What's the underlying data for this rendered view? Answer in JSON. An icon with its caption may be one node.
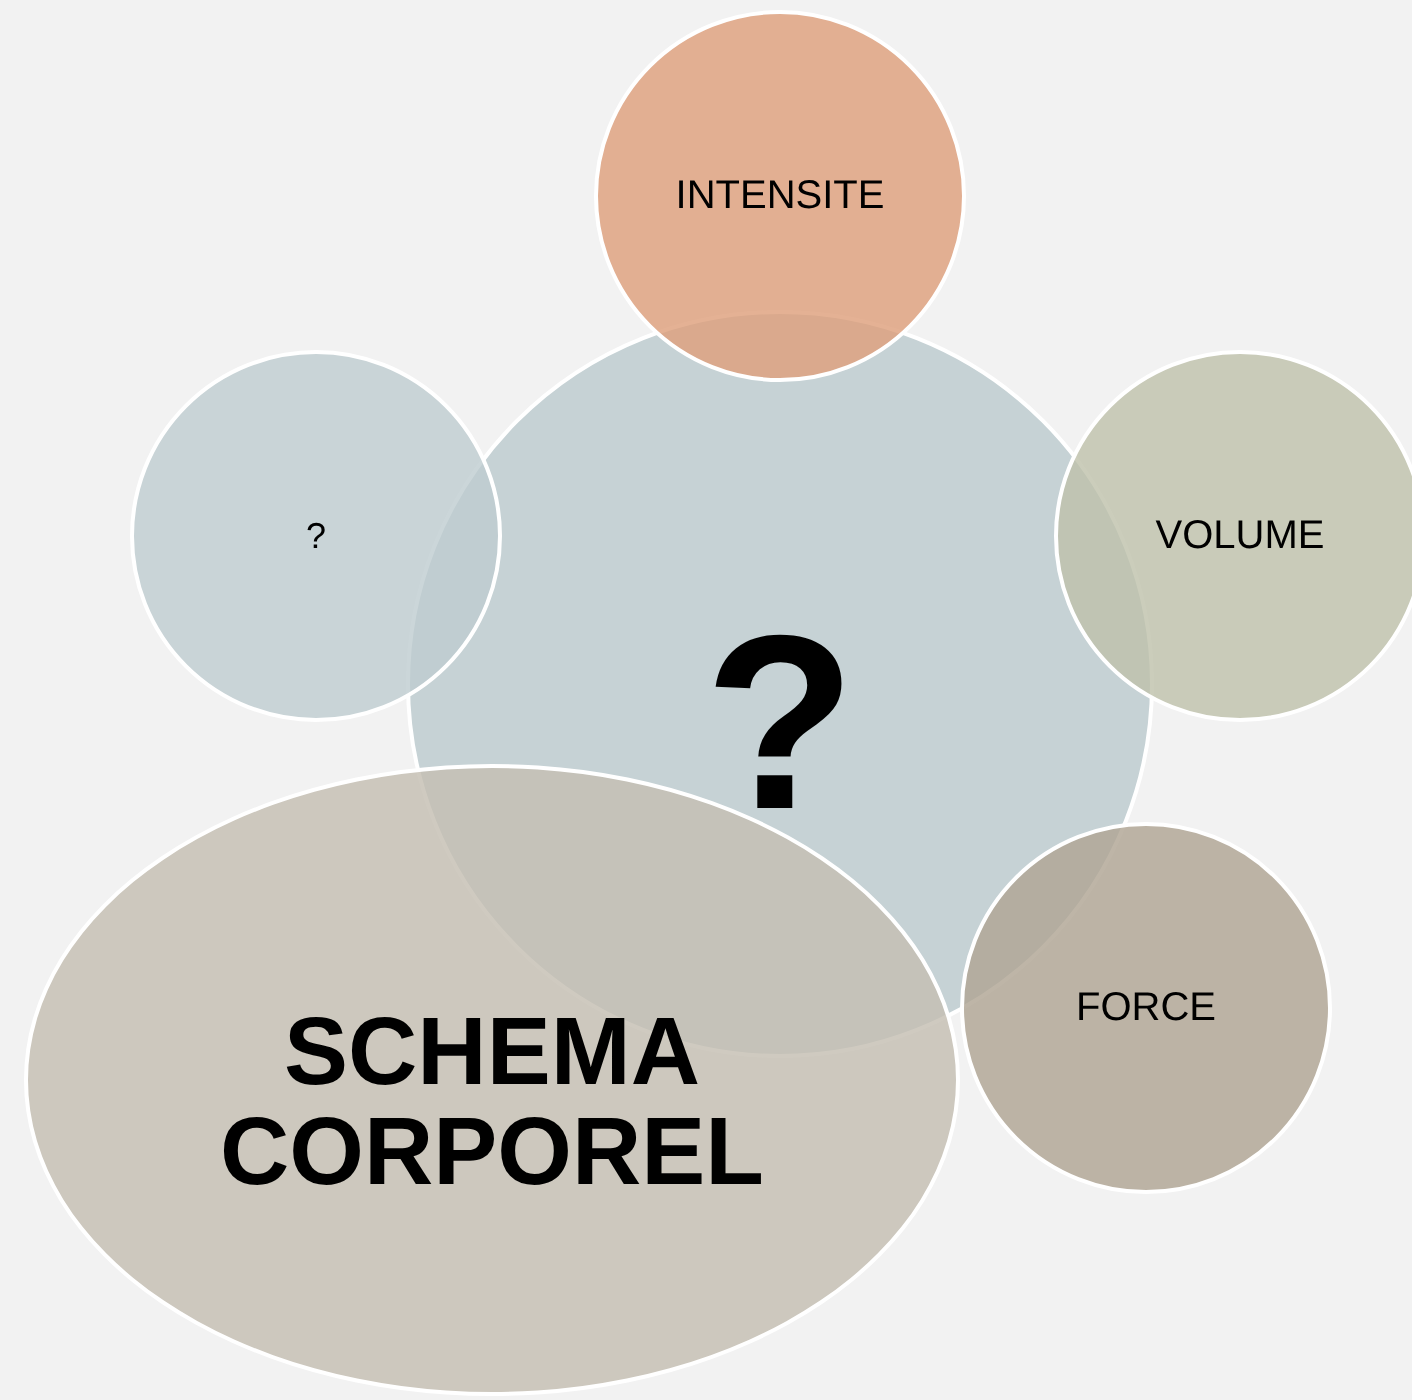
{
  "diagram": {
    "nodes": [
      {
        "text": [
          "INTENSITE"
        ]
      },
      {
        "text": [
          "?"
        ]
      },
      {
        "text": [
          "?"
        ]
      },
      {
        "text": [
          "VOLUME"
        ]
      },
      {
        "text": [
          "FORCE"
        ]
      },
      {
        "text": [
          "SCHEMA CORPOREL"
        ]
      }
    ]
  }
}
